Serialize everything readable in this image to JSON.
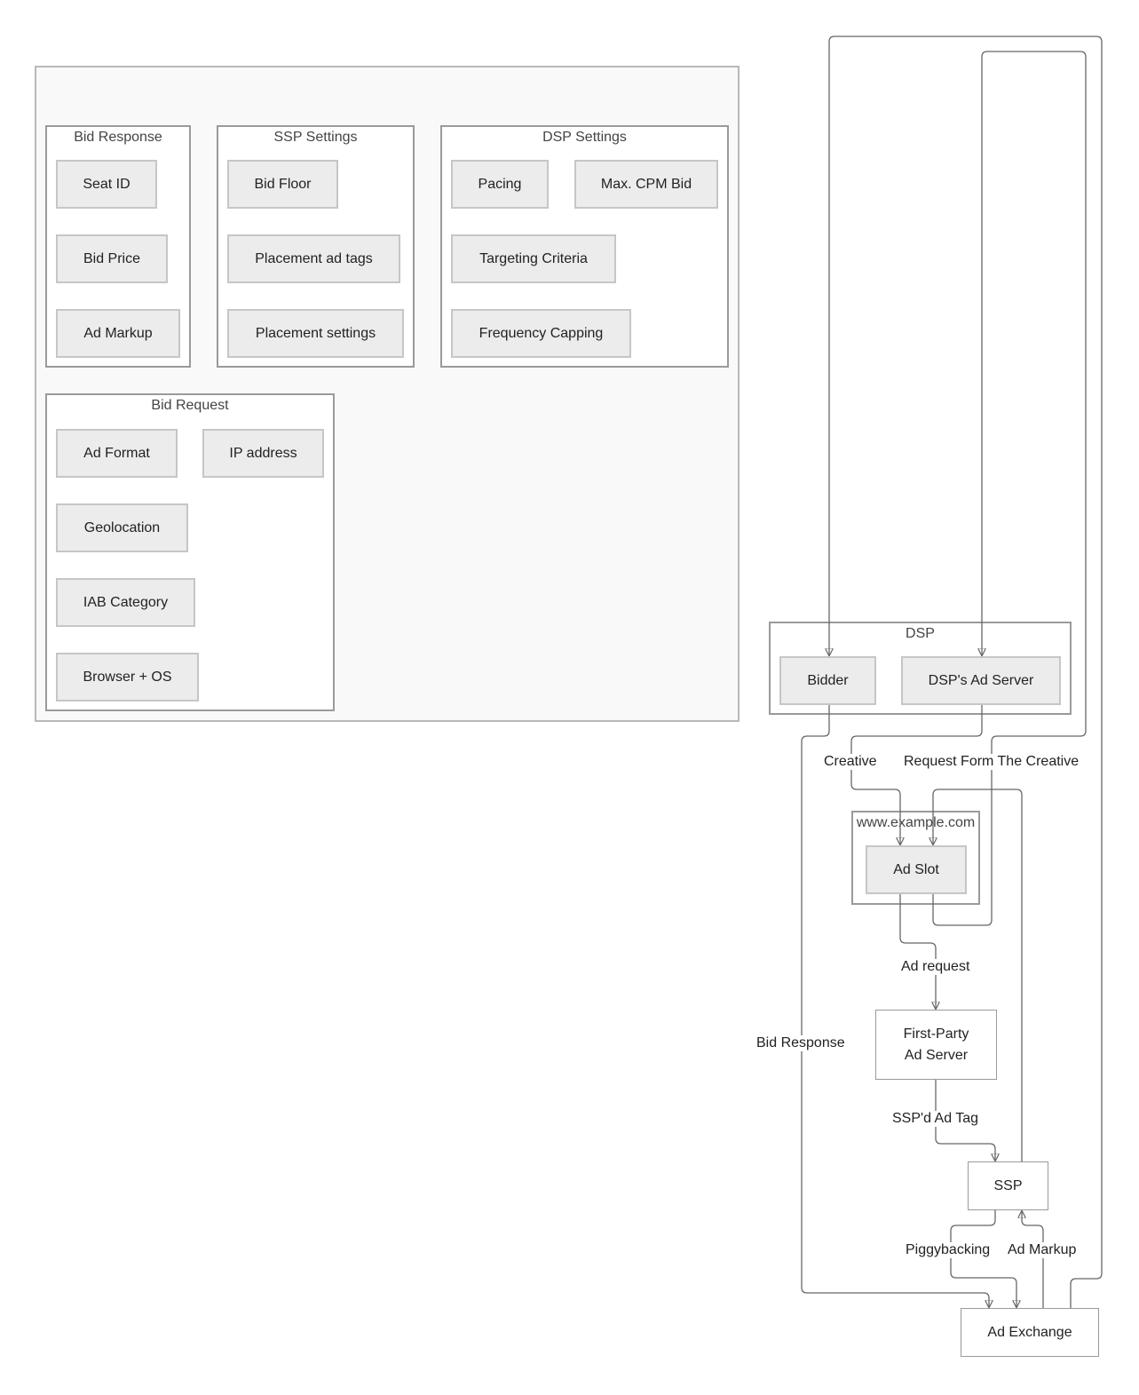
{
  "concepts": {
    "bid_response": {
      "title": "Bid Response",
      "items": [
        "Seat ID",
        "Bid Price",
        "Ad Markup"
      ]
    },
    "ssp_settings": {
      "title": "SSP Settings",
      "items": [
        "Bid Floor",
        "Placement ad tags",
        "Placement settings"
      ]
    },
    "dsp_settings": {
      "title": "DSP Settings",
      "items": [
        "Pacing",
        "Max. CPM Bid",
        "Targeting Criteria",
        "Frequency Capping"
      ]
    },
    "bid_request": {
      "title": "Bid Request",
      "items": [
        "Ad Format",
        "IP address",
        "Geolocation",
        "IAB Category",
        "Browser + OS"
      ]
    }
  },
  "flow": {
    "dsp": {
      "title": "DSP",
      "bidder": "Bidder",
      "ad_server": "DSP's Ad Server"
    },
    "site": {
      "title": "www.example.com",
      "ad_slot": "Ad Slot"
    },
    "first_party_ad_server": {
      "line1": "First-Party",
      "line2": "Ad Server"
    },
    "ssp": "SSP",
    "ad_exchange": "Ad Exchange",
    "edge_labels": {
      "creative": "Creative",
      "request_creative": "Request Form The Creative",
      "ad_request": "Ad request",
      "bid_response": "Bid Response",
      "ssp_ad_tag": "SSP'd Ad Tag",
      "piggybacking": "Piggybacking",
      "ad_markup": "Ad Markup"
    }
  }
}
